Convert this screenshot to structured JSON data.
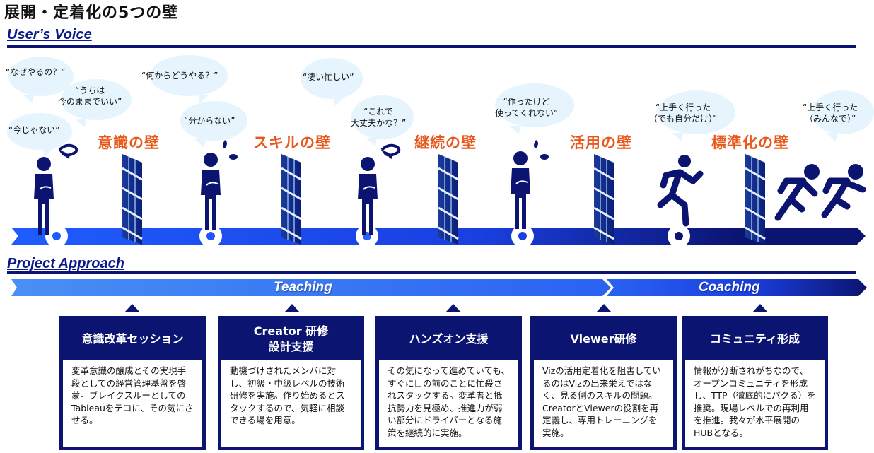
{
  "page_title": "展開・定着化の5つの壁",
  "users_voice": {
    "title": "User’s Voice",
    "quotes": [
      {
        "text": "“なぜやるの？”"
      },
      {
        "text": "“うちは\n今のままでいい”"
      },
      {
        "text": "“今じゃない”"
      },
      {
        "text": "“何からどうやる？”"
      },
      {
        "text": "“分からない”"
      },
      {
        "text": "“凄い忙しい”"
      },
      {
        "text": "“これで\n大丈夫かな？”"
      },
      {
        "text": "“作ったけど\n使ってくれない”"
      },
      {
        "text": "“上手く行った\n（でも自分だけ）”"
      },
      {
        "text": "“上手く行った\n（みんなで）”"
      }
    ],
    "walls": [
      {
        "label": "意識の壁"
      },
      {
        "label": "スキルの壁"
      },
      {
        "label": "継続の壁"
      },
      {
        "label": "活用の壁"
      },
      {
        "label": "標準化の壁"
      }
    ],
    "colors": {
      "wall_label": "#e8581b",
      "track_start": "#1f5cff",
      "track_end": "#0b1470",
      "figure": "#0b1470",
      "bubble": "#e6f5fd"
    }
  },
  "project_approach": {
    "title": "Project Approach",
    "phases": [
      {
        "label": "Teaching"
      },
      {
        "label": "Coaching"
      }
    ],
    "cards": [
      {
        "title": "意識改革セッション",
        "body": "変革意識の醸成とその実現手段としての経営管理基盤を啓蒙。ブレイクスルーとしてのTableauをテコに、その気にさせる。"
      },
      {
        "title": "Creator 研修\n設計支援",
        "body": "動機づけされたメンバに対し、初級・中級レベルの技術研修を実施。作り始めるとスタックするので、気軽に相談できる場を用意。"
      },
      {
        "title": "ハンズオン支援",
        "body": "その気になって進めていても、すぐに目の前のことに忙殺されスタックする。変革者と抵抗勢力を見極め、推進力が弱い部分にドライバーとなる施策を継続的に実施。"
      },
      {
        "title": "Viewer研修",
        "body": "Vizの活用定着化を阻害しているのはVizの出来栄えではなく、見る側のスキルの問題。CreatorとViewerの役割を再定義し、専用トレーニングを実施。"
      },
      {
        "title": "コミュニティ形成",
        "body": "情報が分断されがちなので、オープンコミュニティを形成し、TTP（徹底的にパクる）を推奨。現場レベルでの再利用を推進。我々が水平展開のHUBとなる。"
      }
    ],
    "colors": {
      "teaching_start": "#4a8ff5",
      "teaching_end": "#2a62f2",
      "coaching_start": "#2a62f2",
      "coaching_end": "#0b1470",
      "card_header": "#0b1470"
    }
  }
}
